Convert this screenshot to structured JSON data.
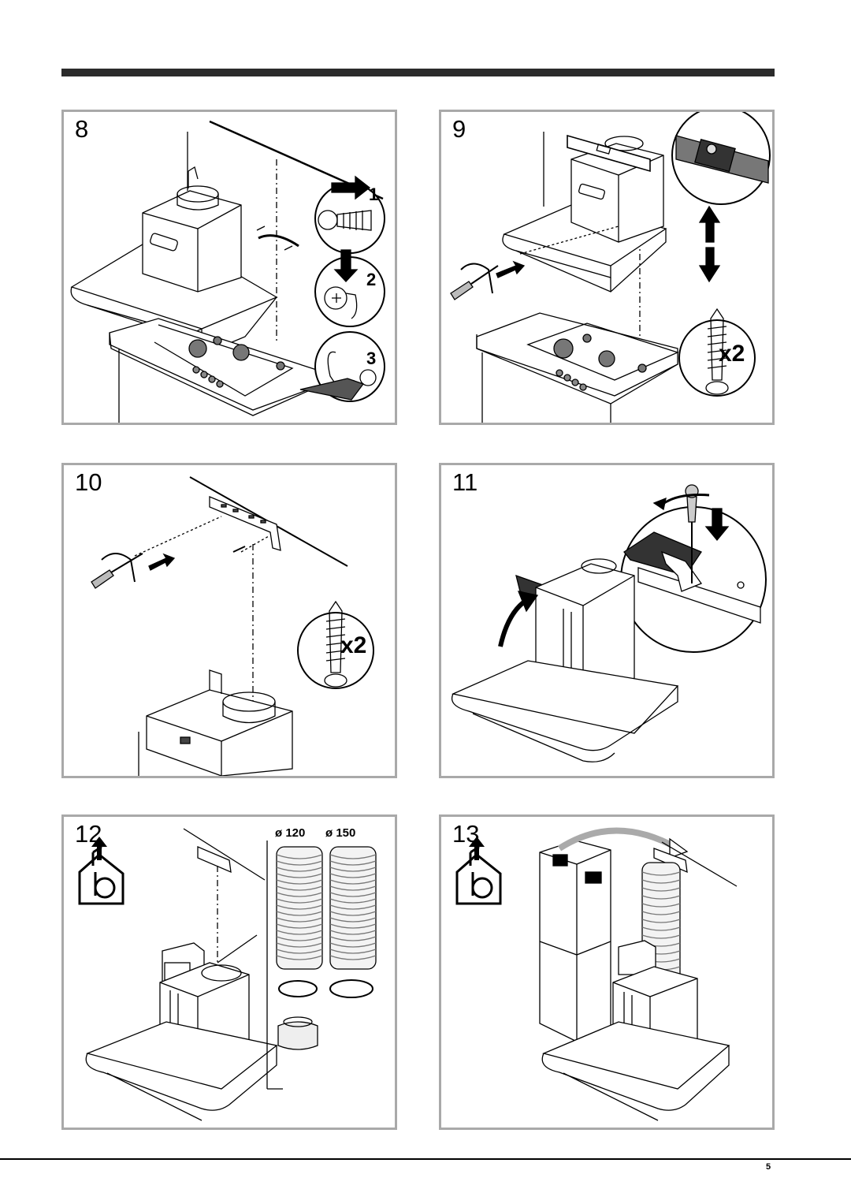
{
  "steps": [
    {
      "number": "8",
      "callouts": [
        "1",
        "2",
        "3"
      ]
    },
    {
      "number": "9",
      "screw_count": "x2"
    },
    {
      "number": "10",
      "screw_count": "x2"
    },
    {
      "number": "11"
    },
    {
      "number": "12",
      "duct_diameters": [
        "ø 120",
        "ø 150"
      ]
    },
    {
      "number": "13"
    }
  ],
  "page_number": "5",
  "colors": {
    "frame": "#a9a9a9",
    "rule": "#2b2b2b"
  },
  "icons": [
    "screw-icon",
    "screwdriver-icon",
    "arrow-icon",
    "house-b-icon",
    "spirit-level-icon"
  ]
}
